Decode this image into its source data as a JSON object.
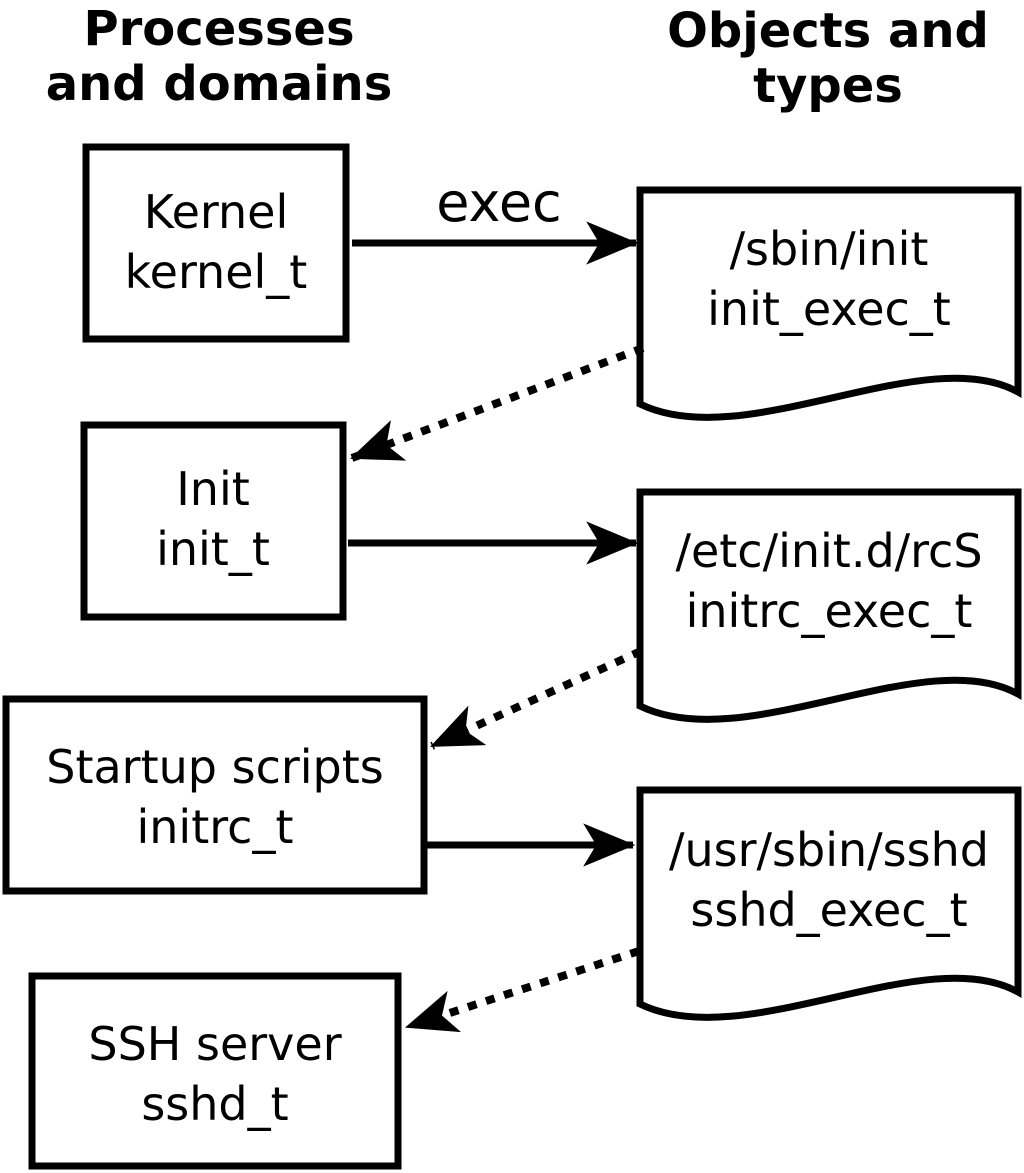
{
  "headers": {
    "left": {
      "line1": "Processes",
      "line2": "and domains"
    },
    "right": {
      "line1": "Objects and",
      "line2": "types"
    }
  },
  "processes": [
    {
      "name": "Kernel",
      "type": "kernel_t"
    },
    {
      "name": "Init",
      "type": "init_t"
    },
    {
      "name": "Startup scripts",
      "type": "initrc_t"
    },
    {
      "name": "SSH server",
      "type": "sshd_t"
    }
  ],
  "objects": [
    {
      "path": "/sbin/init",
      "type": "init_exec_t"
    },
    {
      "path": "/etc/init.d/rcS",
      "type": "initrc_exec_t"
    },
    {
      "path": "/usr/sbin/sshd",
      "type": "sshd_exec_t"
    }
  ],
  "edges": [
    {
      "from": "kernel_t",
      "to": "init_exec_t",
      "style": "solid",
      "label": "exec"
    },
    {
      "from": "init_exec_t",
      "to": "init_t",
      "style": "dotted",
      "label": ""
    },
    {
      "from": "init_t",
      "to": "initrc_exec_t",
      "style": "solid",
      "label": ""
    },
    {
      "from": "initrc_exec_t",
      "to": "initrc_t",
      "style": "dotted",
      "label": ""
    },
    {
      "from": "initrc_t",
      "to": "sshd_exec_t",
      "style": "solid",
      "label": ""
    },
    {
      "from": "sshd_exec_t",
      "to": "sshd_t",
      "style": "dotted",
      "label": ""
    }
  ],
  "colors": {
    "foreground": "#000000",
    "background": "#ffffff"
  }
}
